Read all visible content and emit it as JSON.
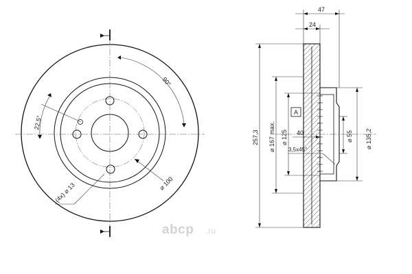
{
  "dimensions": {
    "angle_90": "90°",
    "angle_22_5": "22,5°",
    "holes": "(4x) ⌀ 13",
    "d100": "⌀ 100",
    "w47": "47",
    "w24": "24",
    "d257": "257,3",
    "d167": "⌀ 167 max.",
    "d125": "⌀ 125",
    "d40": "40",
    "chamfer": "3,5x45°",
    "d55": "⌀ 55",
    "d135": "⌀ 135,2",
    "section_mark": "A"
  },
  "watermark": {
    "brand": "abcp",
    "suffix": ".ru"
  }
}
